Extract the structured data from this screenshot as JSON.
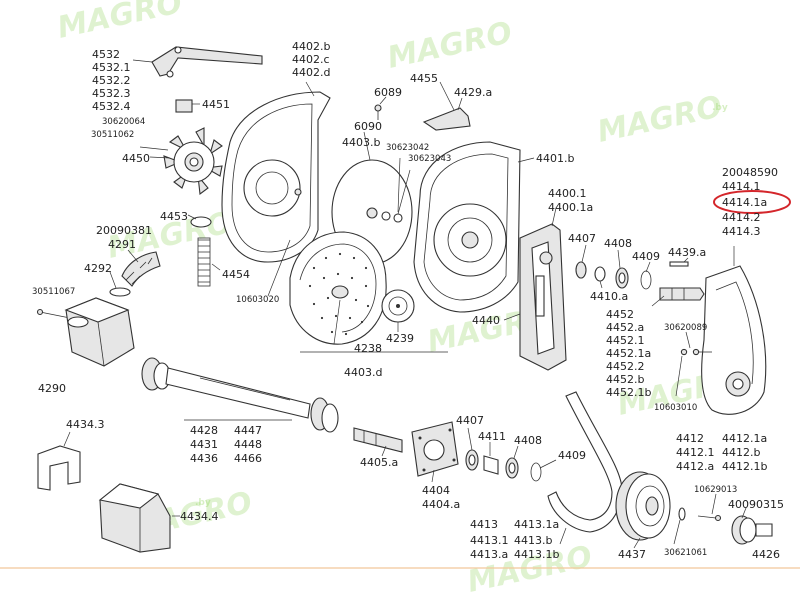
{
  "watermark": {
    "brand": "MAGRO",
    "suffix": ".by"
  },
  "highlight": {
    "color": "#d4262b",
    "part": "4414.1a"
  },
  "footer_line_color": "#f2c89a",
  "labels": {
    "l4532": "4532",
    "l4532_1": "4532.1",
    "l4532_2": "4532.2",
    "l4532_3": "4532.3",
    "l4532_4": "4532.4",
    "l4451": "4451",
    "l30620064": "30620064",
    "l30511062": "30511062",
    "l4450": "4450",
    "l4453": "4453",
    "l4454": "4454",
    "l4402b": "4402.b",
    "l4402c": "4402.c",
    "l4402d": "4402.d",
    "l10603020": "10603020",
    "l6089": "6089",
    "l4455": "4455",
    "l4429a": "4429.a",
    "l6090": "6090",
    "l4403b": "4403.b",
    "l30623042": "30623042",
    "l30623043": "30623043",
    "l4401b": "4401.b",
    "l4238": "4238",
    "l4239": "4239",
    "l4403d": "4403.d",
    "l20090381": "20090381",
    "l4291": "4291",
    "l4292": "4292",
    "l30511067": "30511067",
    "l4290": "4290",
    "l4400_1": "4400.1",
    "l4400_1a": "4400.1a",
    "l4407": "4407",
    "l4408": "4408",
    "l4409": "4409",
    "l4410a": "4410.a",
    "l4439a": "4439.a",
    "l4440": "4440",
    "l4452": "4452",
    "l4452a": "4452.a",
    "l4452_1": "4452.1",
    "l4452_1a": "4452.1a",
    "l4452_2": "4452.2",
    "l4452b": "4452.b",
    "l4452_1b": "4452.1b",
    "l20048590": "20048590",
    "l4414_1": "4414.1",
    "l4414_1a": "4414.1a",
    "l4414_2": "4414.2",
    "l4414_3": "4414.3",
    "l30620089": "30620089",
    "l10603010": "10603010",
    "l4434_3": "4434.3",
    "l4434_4": "4434.4",
    "l4428": "4428",
    "l4431": "4431",
    "l4436": "4436",
    "l4447": "4447",
    "l4448": "4448",
    "l4466": "4466",
    "l4405a": "4405.a",
    "l4407b": "4407",
    "l4411": "4411",
    "l4408b": "4408",
    "l4409b": "4409",
    "l4404": "4404",
    "l4404a": "4404.a",
    "l4413": "4413",
    "l4413_1": "4413.1",
    "l4413a": "4413.a",
    "l4413_1a": "4413.1a",
    "l4413b": "4413.b",
    "l4413_1b": "4413.1b",
    "l4437": "4437",
    "l30621061": "30621061",
    "l4412": "4412",
    "l4412_1": "4412.1",
    "l4412a": "4412.a",
    "l4412_1a": "4412.1a",
    "l4412b": "4412.b",
    "l4412_1b": "4412.1b",
    "l10629013": "10629013",
    "l40090315": "40090315",
    "l4426": "4426"
  }
}
